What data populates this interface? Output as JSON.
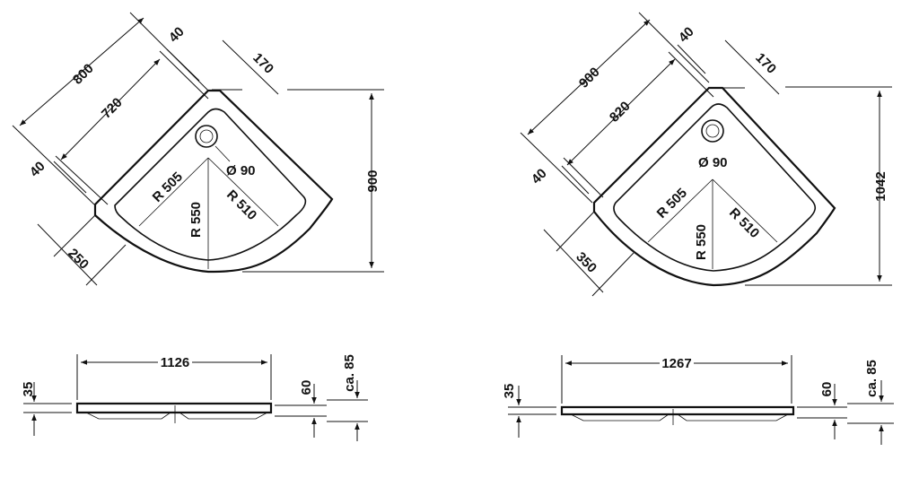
{
  "left_tray": {
    "plan": {
      "side_outer": "800",
      "side_inner": "720",
      "rim_top": "40",
      "rim_left": "40",
      "corner_offset": "170",
      "overall_height": "900",
      "straight_segment": "250",
      "radius_outer": "R 550",
      "radius_inner": "R 505",
      "radius_mid": "R 510",
      "drain_diameter": "Ø 90"
    },
    "section": {
      "width": "1126",
      "rim_height": "35",
      "base_height": "60",
      "total_height": "ca. 85"
    }
  },
  "right_tray": {
    "plan": {
      "side_outer": "900",
      "side_inner": "820",
      "rim_top": "40",
      "rim_left": "40",
      "corner_offset": "170",
      "overall_height": "1042",
      "straight_segment": "350",
      "radius_outer": "R 550",
      "radius_inner": "R 505",
      "radius_mid": "R 510",
      "drain_diameter": "Ø 90"
    },
    "section": {
      "width": "1267",
      "rim_height": "35",
      "base_height": "60",
      "total_height": "ca. 85"
    }
  }
}
